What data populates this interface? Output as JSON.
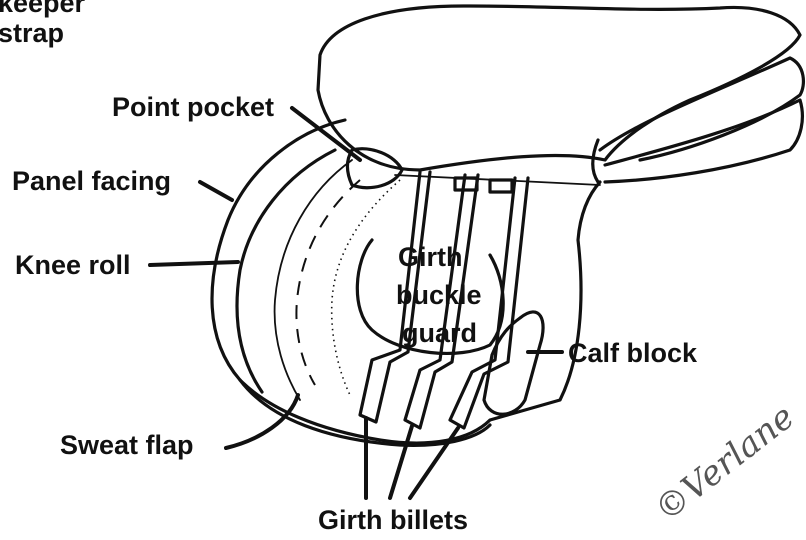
{
  "labels": {
    "keeper_strap_line1": "keeper",
    "keeper_strap_line2": "strap",
    "point_pocket": "Point pocket",
    "panel_facing": "Panel facing",
    "knee_roll": "Knee roll",
    "girth_buckle_guard_line1": "Girth",
    "girth_buckle_guard_line2": "buckle",
    "girth_buckle_guard_line3": "guard",
    "calf_block": "Calf block",
    "sweat_flap": "Sweat flap",
    "girth_billets": "Girth billets"
  },
  "watermark": "©Verlane",
  "colors": {
    "ink": "#111111",
    "background": "#ffffff"
  }
}
